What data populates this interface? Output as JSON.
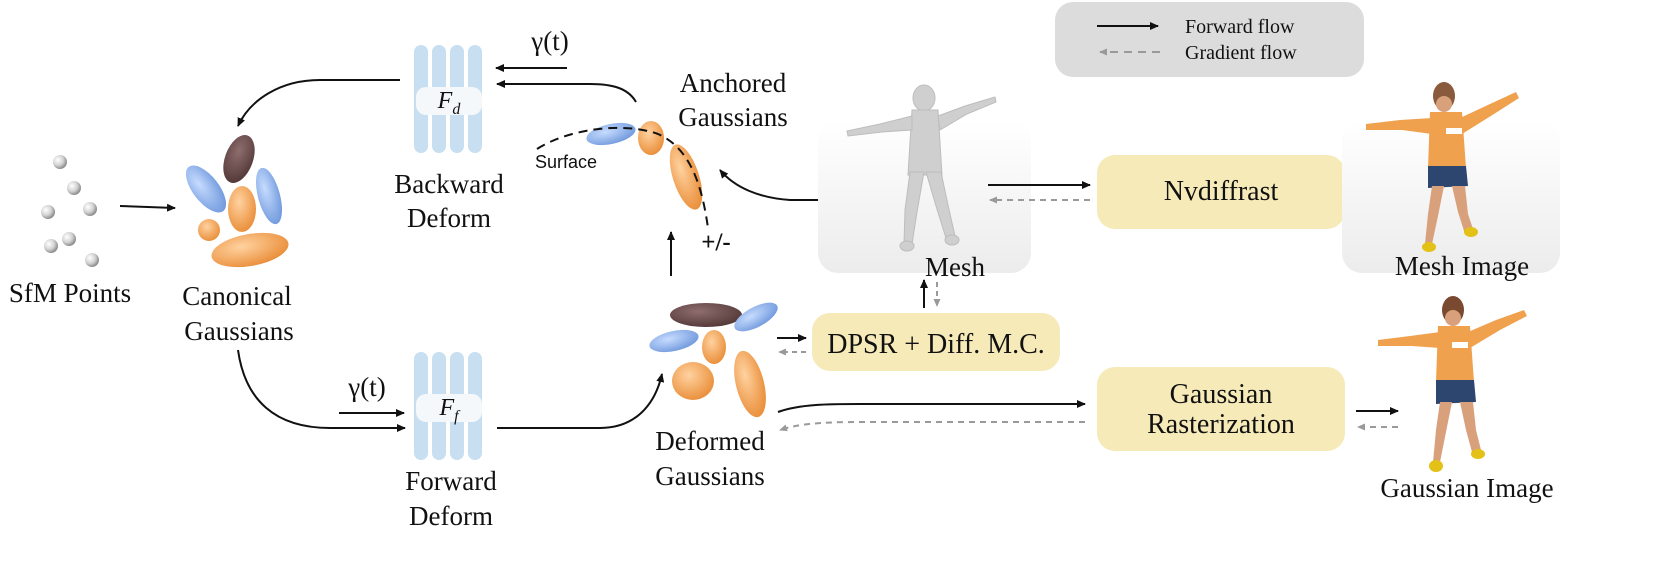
{
  "legend": {
    "forward": "Forward flow",
    "gradient": "Gradient flow"
  },
  "labels": {
    "sfm_points": "SfM Points",
    "canonical_1": "Canonical",
    "canonical_2": "Gaussians",
    "backward_1": "Backward",
    "backward_2": "Deform",
    "forward_1": "Forward",
    "forward_2": "Deform",
    "anchored_1": "Anchored",
    "anchored_2": "Gaussians",
    "deformed_1": "Deformed",
    "deformed_2": "Gaussians",
    "surface": "Surface",
    "plus_minus": "+/-",
    "mesh": "Mesh",
    "mesh_image": "Mesh Image",
    "gaussian_image": "Gaussian Image",
    "gamma_top": "γ(t)",
    "gamma_bottom": "γ(t)",
    "fd_main": "F",
    "fd_sub": "d",
    "ff_main": "F",
    "ff_sub": "f"
  },
  "boxes": {
    "nvdiffrast": "Nvdiffrast",
    "dpsr": "DPSR + Diff. M.C.",
    "raster_1": "Gaussian",
    "raster_2": "Rasterization"
  },
  "colors": {
    "module_box": "#f6eab9",
    "legend_box": "#dcdcdc",
    "mlp": "#c7dff0",
    "gauss_orange": "#f3a55a",
    "gauss_blue": "#8fb5ec",
    "gauss_brown": "#6b4a4a",
    "mesh_gray": "#d8d8d8"
  }
}
